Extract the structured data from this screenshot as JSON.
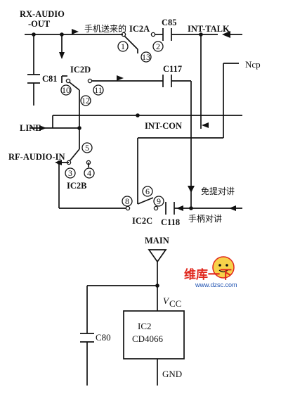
{
  "labels": {
    "rx_audio_1": "RX-AUDIO",
    "rx_audio_2": "-OUT",
    "phone_sent": "手机送来的",
    "ic2a": "IC2A",
    "c85": "C85",
    "int_talk": "INT-TALK",
    "c81": "C81",
    "ic2d": "IC2D",
    "c117": "C117",
    "ncp": "Ncp",
    "line": "LINE",
    "int_con": "INT-CON",
    "rf_audio_in": "RF-AUDIO-IN",
    "ic2b": "IC2B",
    "handsfree_talk": "免提对讲",
    "ic2c": "IC2C",
    "c118": "C118",
    "handset_talk": "手柄对讲",
    "main": "MAIN",
    "vcc_v": "V",
    "vcc_sub": "CC",
    "c80": "C80",
    "ic2": "IC2",
    "cd4066": "CD4066",
    "gnd": "GND"
  },
  "pins": {
    "p1": "1",
    "p2": "2",
    "p3": "3",
    "p4": "4",
    "p5": "5",
    "p6": "6",
    "p8": "8",
    "p9": "9",
    "p10": "10",
    "p11": "11",
    "p12": "12",
    "p13": "13"
  },
  "watermark": {
    "line1": "维库一下",
    "line2": "www.dzsc.com",
    "colors": {
      "primary": "#e0281e",
      "secondary": "#1b4fb0"
    }
  }
}
